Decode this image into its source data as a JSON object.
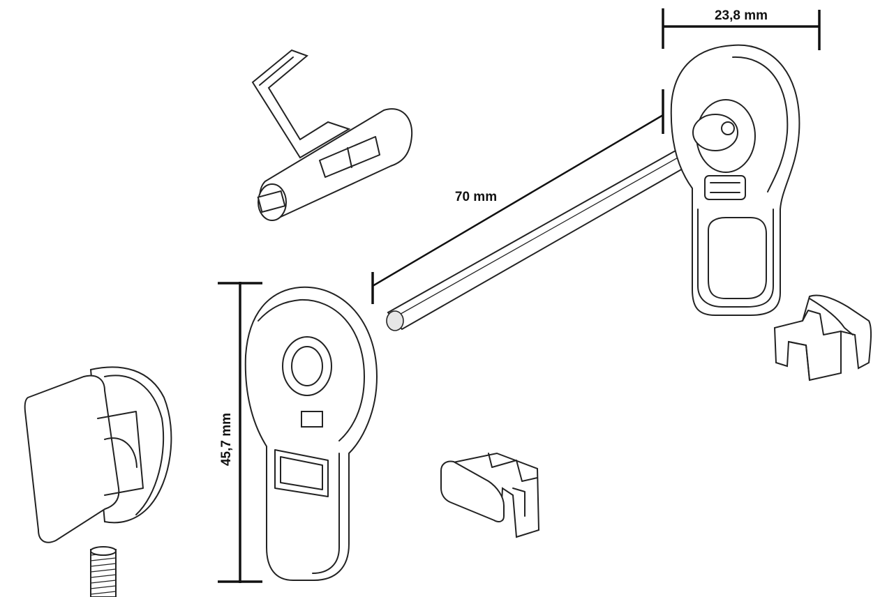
{
  "title": "Exploded view: window handle lock assembly",
  "dimensions": {
    "width_label": "23,8 mm",
    "rod_length_label": "70 mm",
    "height_label": "45,7 mm"
  },
  "parts": [
    {
      "id": "knob",
      "name": "Turn knob"
    },
    {
      "id": "screw",
      "name": "Set screw"
    },
    {
      "id": "front-rosette",
      "name": "Front rosette plate"
    },
    {
      "id": "rod",
      "name": "Square spindle rod"
    },
    {
      "id": "rear-rosette",
      "name": "Rear rosette plate with cylinder"
    },
    {
      "id": "key-cylinder",
      "name": "Key cylinder with lever"
    },
    {
      "id": "clip-a",
      "name": "Retaining clip"
    },
    {
      "id": "clip-b",
      "name": "Retaining clip"
    }
  ],
  "colors": {
    "line": "#222222",
    "background": "#ffffff"
  }
}
